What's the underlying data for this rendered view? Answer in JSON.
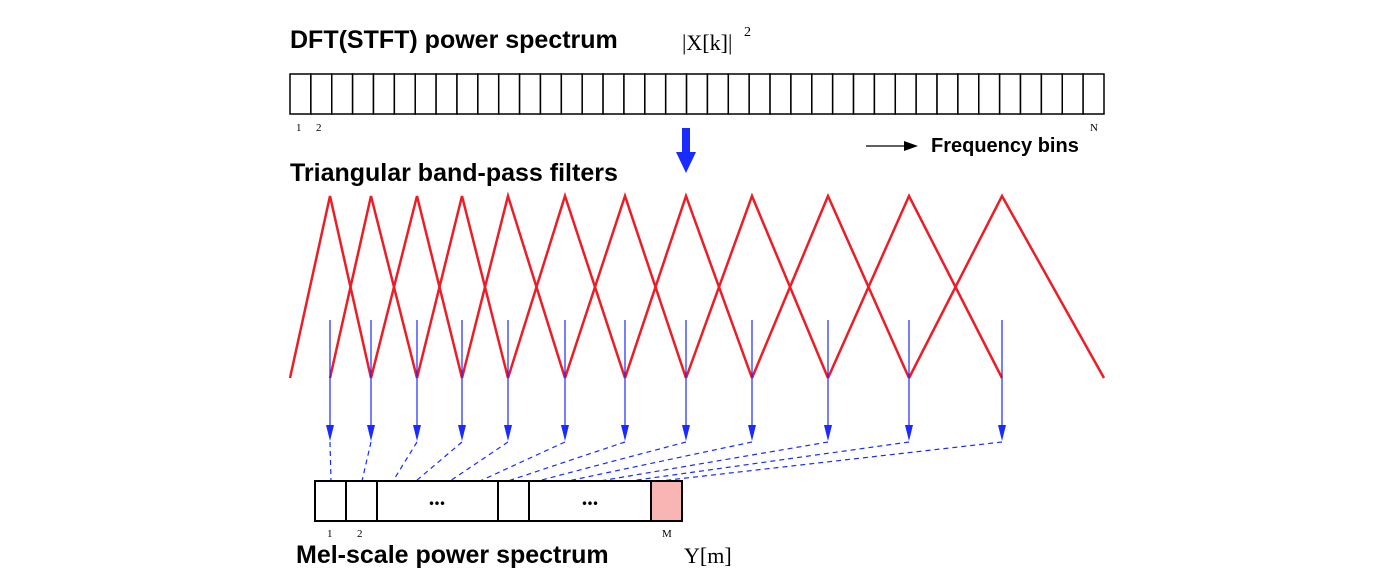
{
  "titles": {
    "dft": "DFT(STFT) power spectrum",
    "dft_formula": "|X[k]|",
    "dft_formula_exp": "2",
    "filters": "Triangular band-pass filters",
    "mel": "Mel-scale power spectrum",
    "mel_formula": "Y[m]",
    "freq_bins": "Frequency bins"
  },
  "dft_bins": {
    "count": 39,
    "labels": [
      "1",
      "2",
      "N"
    ]
  },
  "mel_bins": {
    "labels": [
      "1",
      "2",
      "M"
    ],
    "ellipsis": "..."
  },
  "filter_count": 12,
  "colors": {
    "filter": "#ee1c25",
    "arrow": "#1a2bff",
    "highlight": "#f9b4b4"
  }
}
